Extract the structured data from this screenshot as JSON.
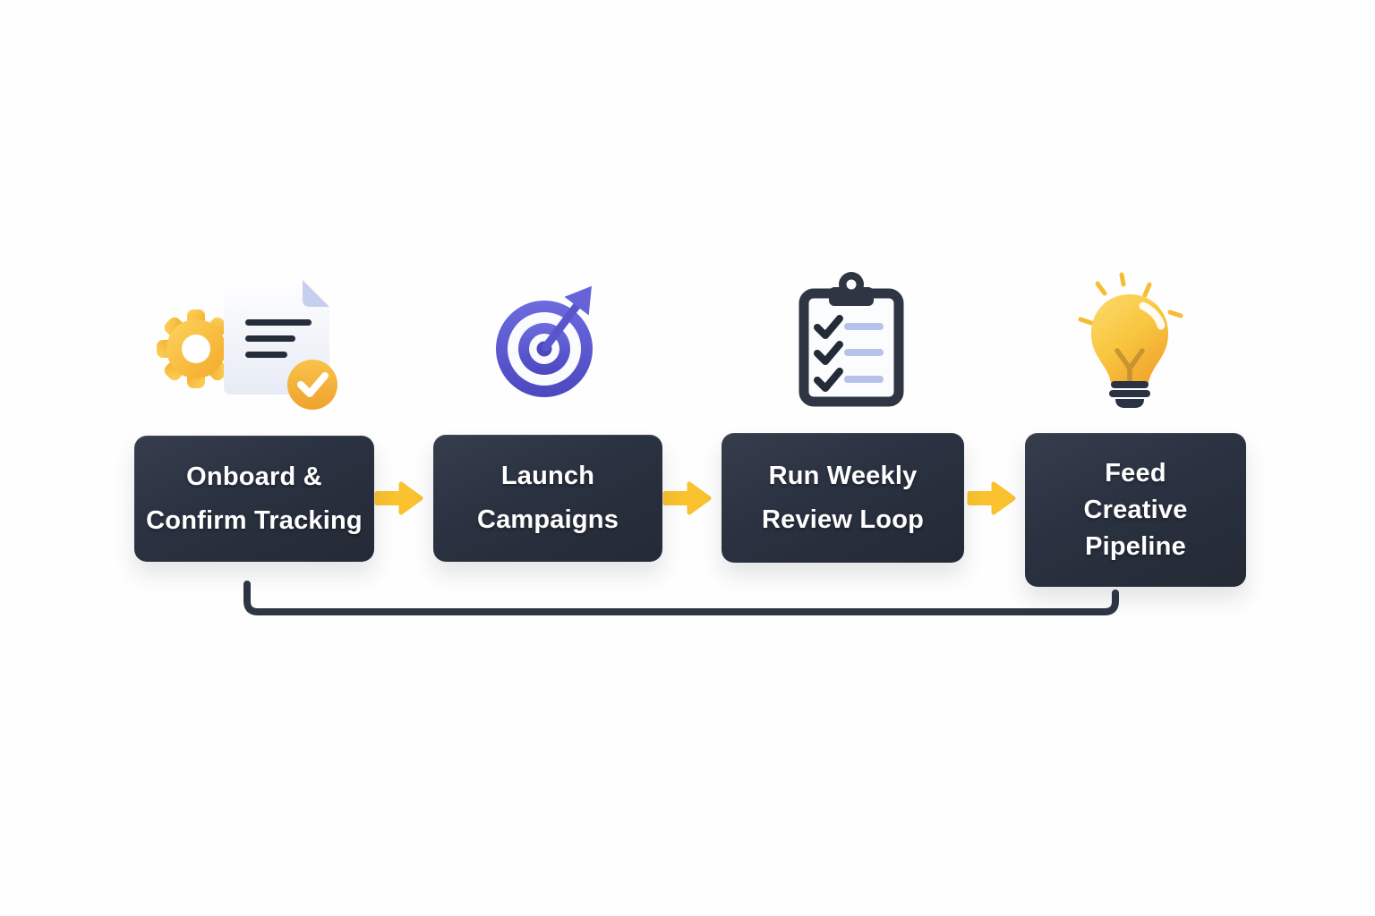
{
  "diagram": {
    "type": "process-flow",
    "background": "#FEFEFE",
    "colors": {
      "step_box": "#2A3140",
      "step_text": "#FFFFFF",
      "forward_arrow": "#F9C22E",
      "feedback_loop_line": "#2E3644",
      "icon_amber": "#F5AE2B",
      "icon_indigo": "#5B58D0",
      "icon_navy": "#2E3543",
      "icon_periwinkle": "#B5C3EA"
    },
    "steps": [
      {
        "id": "onboard",
        "icon": "gear-document-check-icon",
        "lines": [
          "Onboard &",
          "Confirm Tracking"
        ]
      },
      {
        "id": "launch",
        "icon": "target-arrow-icon",
        "lines": [
          "Launch",
          "Campaigns"
        ]
      },
      {
        "id": "review",
        "icon": "clipboard-checklist-icon",
        "lines": [
          "Run Weekly",
          "Review Loop"
        ]
      },
      {
        "id": "creative",
        "icon": "lightbulb-icon",
        "lines": [
          "Feed",
          "Creative",
          "Pipeline"
        ]
      }
    ],
    "connectors": {
      "forward_arrow_count": 3,
      "feedback_loop": "from Feed Creative Pipeline back to Onboard & Confirm Tracking (bottom route)"
    }
  }
}
